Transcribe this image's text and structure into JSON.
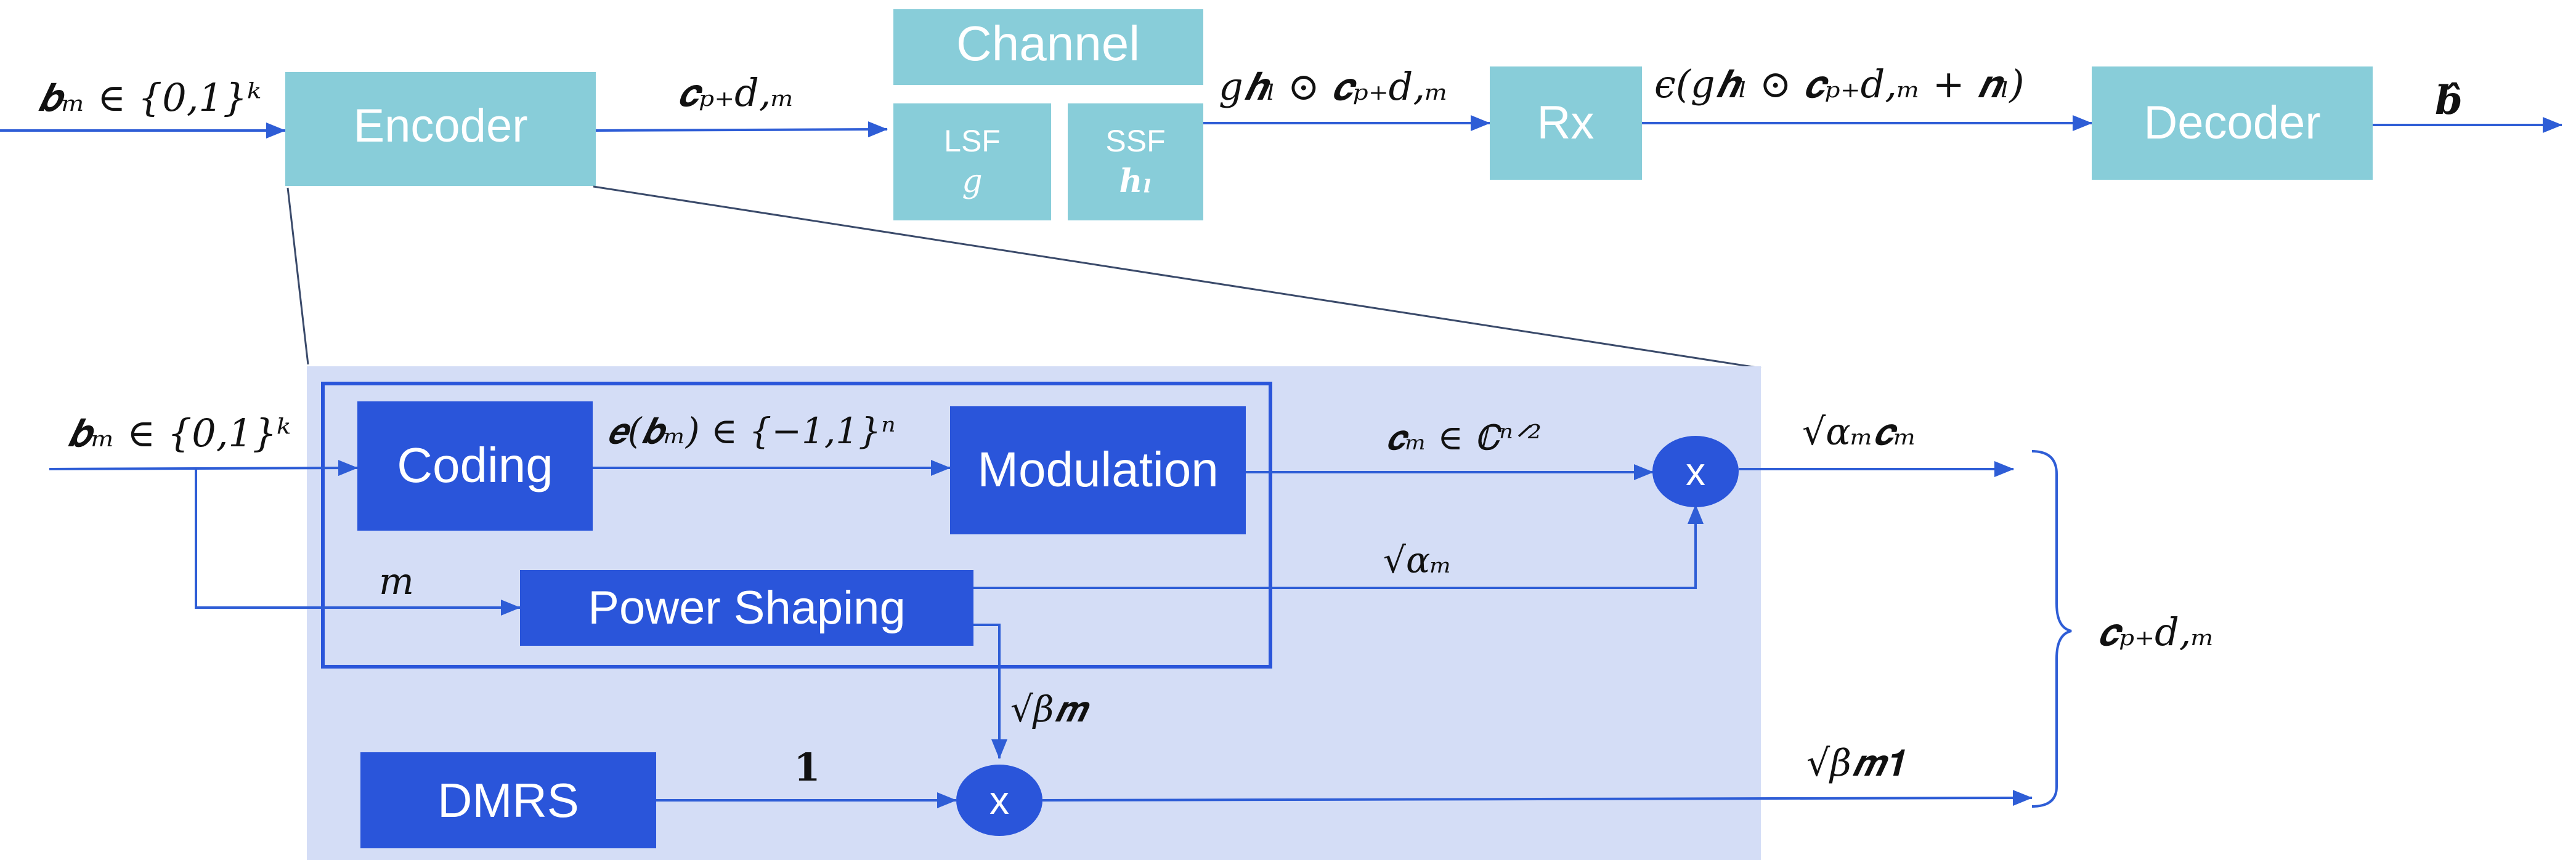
{
  "top_row": {
    "input_label": "𝒃ₘ ∈ {0,1}ᵏ",
    "encoder_label": "Encoder",
    "encoder_output_label": "𝒄ₚ₊d,ₘ",
    "channel_title": "Channel",
    "lsf_label": "LSF",
    "lsf_symbol": "g",
    "ssf_label": "SSF",
    "ssf_symbol": "𝒉ₗ",
    "channel_output_label": "g𝒉ₗ ⊙ 𝒄ₚ₊d,ₘ",
    "rx_label": "Rx",
    "rx_output_label": "ϵ(g𝒉ₗ ⊙ 𝒄ₚ₊d,ₘ + 𝒏ₗ)",
    "decoder_label": "Decoder",
    "output_label": "𝒃̂"
  },
  "encoder_detail": {
    "input_label": "𝒃ₘ ∈ {0,1}ᵏ",
    "coding_label": "Coding",
    "coding_output_label": "𝒆(𝒃ₘ) ∈ {−1,1}ⁿ",
    "modulation_label": "Modulation",
    "modulation_output_label": "𝒄ₘ ∈ ℂⁿᐟ²",
    "m_label": "m",
    "power_shaping_label": "Power Shaping",
    "alpha_label": "√αₘ",
    "beta_label": "√β𝒎",
    "multiplier_symbol": "x",
    "scaled_output_label": "√αₘ𝒄ₘ",
    "dmrs_label": "DMRS",
    "dmrs_output_label": "𝟏",
    "beta_output_label": "√β𝒎𝟏",
    "combined_output_label": "𝒄ₚ₊d,ₘ"
  },
  "colors": {
    "light_block": "#88CDD9",
    "dark_block": "#2A55DA",
    "panel_fill": "#D4DDF6",
    "panel_border": "#2A55DA",
    "arrow": "#2E5DD6",
    "zoom_line": "#3A4A6A"
  }
}
